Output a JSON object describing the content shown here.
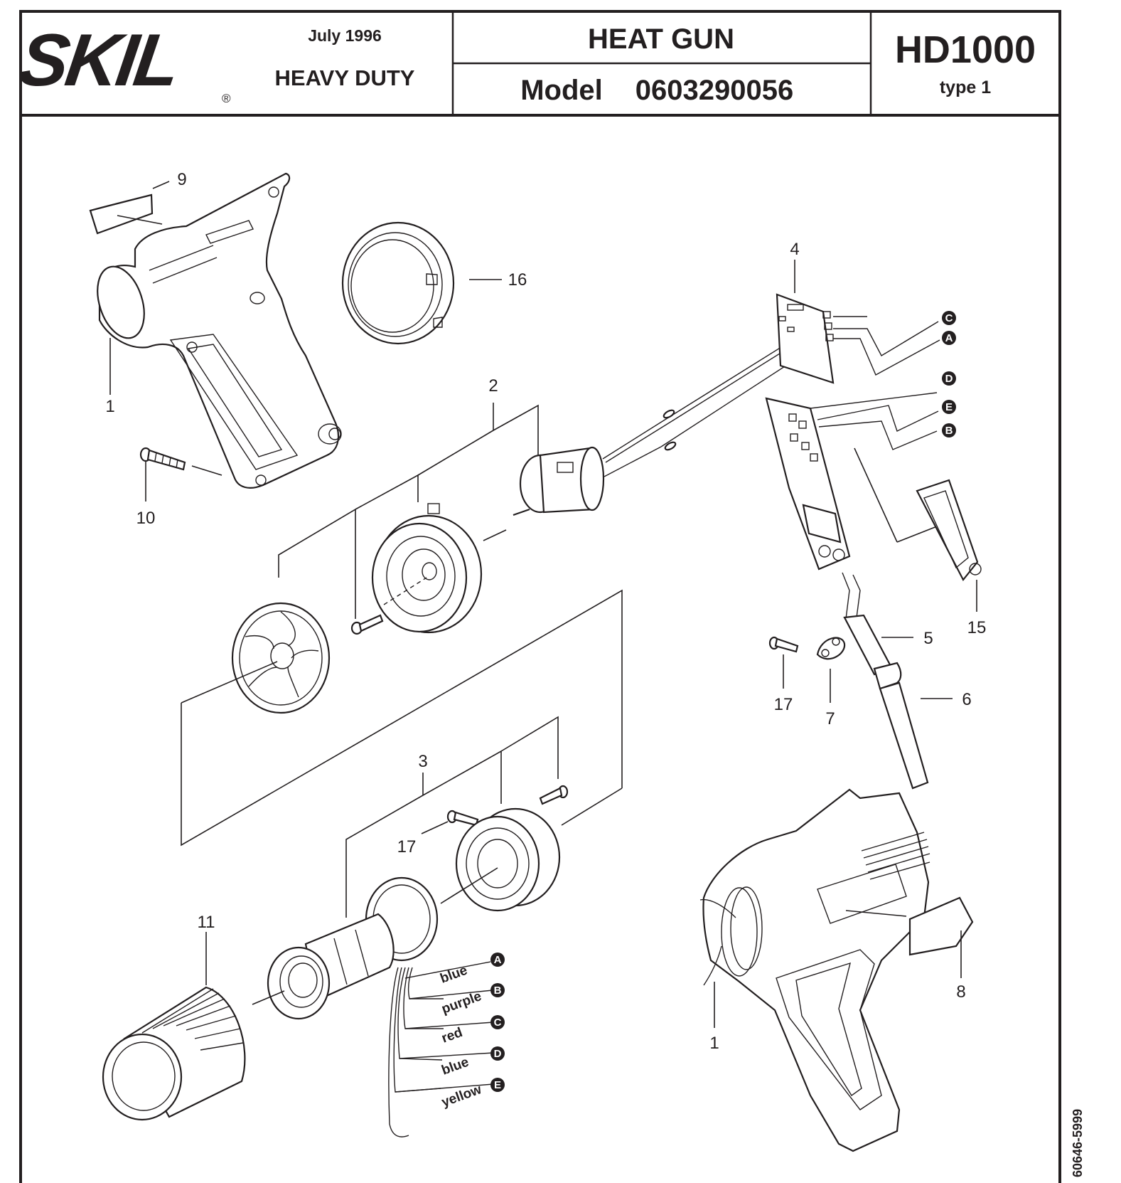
{
  "header": {
    "brand": "SKIL",
    "registered_mark": "®",
    "date": "July  1996",
    "line": "HEAVY DUTY",
    "product": "HEAT  GUN",
    "model_label": "Model",
    "model_number": "0603290056",
    "product_code": "HD1000",
    "type": "type 1"
  },
  "doc_number": "60646-5999",
  "part_numbers": [
    "9",
    "16",
    "4",
    "1",
    "2",
    "10",
    "17",
    "5",
    "15",
    "7",
    "6",
    "3",
    "17",
    "11",
    "8",
    "1"
  ],
  "connectors": {
    "switch": [
      "C",
      "A",
      "D",
      "E",
      "B"
    ],
    "element": [
      "A",
      "B",
      "C",
      "D",
      "E"
    ]
  },
  "wires": [
    "blue",
    "purple",
    "red",
    "blue",
    "yellow"
  ]
}
